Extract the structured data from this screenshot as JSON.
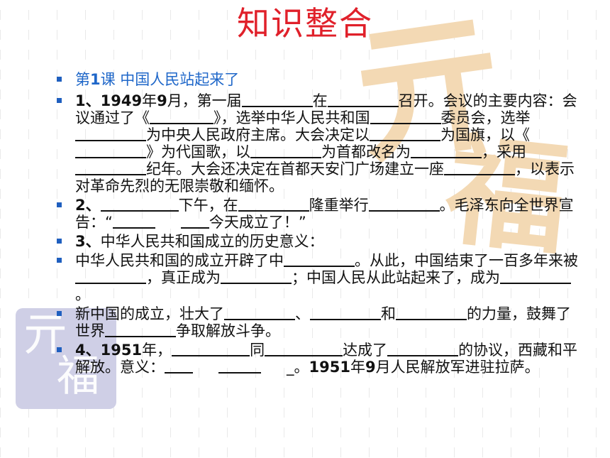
{
  "title": "知识整合",
  "lesson": {
    "prefix": "第",
    "num": "1",
    "suffix": "课  中国人民站起来了"
  },
  "items": [
    {
      "lead": "1、1949",
      "p": [
        "年",
        "9",
        "月，第一届",
        "在",
        "召开。会议的主要内容：会议通过了《",
        "》，选举中华人民共和国",
        "委员会，选举",
        "为中央人民政府主席。大会决定以",
        "为国旗，以《",
        "》为代国歌，以",
        "为首都改名为",
        "，采用",
        "纪年。大会还决定在首都天安门广场建立一座",
        "，以表示对革命先烈的无限崇敬和缅怀。"
      ]
    },
    {
      "lead": "2、",
      "p": [
        "下午，在",
        "隆重举行",
        "。毛泽东向全世界宣告：“",
        "今天成立了！”"
      ]
    },
    {
      "lead": "3、",
      "p": [
        "中华人民共和国成立的历史意义："
      ]
    },
    {
      "p": [
        "中华人民共和国的成立开辟了中",
        "。从此，中国结束了一百多年来被",
        "，真正成为",
        "；中国人民从此站起来了，成为",
        "。"
      ]
    },
    {
      "p": [
        "新中国的成立，壮大了",
        "、",
        "和",
        "的力量，鼓舞了世界",
        "争取解放斗争。"
      ]
    },
    {
      "lead": "4、1951",
      "p": [
        "年，",
        "同",
        "达成了",
        "的协议，西藏和平解放。意义：",
        "_。",
        "1951",
        "年",
        "9",
        "月人民解放军进驻拉萨。"
      ]
    }
  ],
  "watermark": {
    "right_top": "亓",
    "right_bottom": "福",
    "seal_top": "亓",
    "seal_bottom": "福"
  },
  "colors": {
    "title": "#e0202a",
    "lesson": "#1f67c9",
    "bullet": "#1f5fbf",
    "watermark": "#f3d9b4",
    "seal": "#cfcfe6"
  }
}
